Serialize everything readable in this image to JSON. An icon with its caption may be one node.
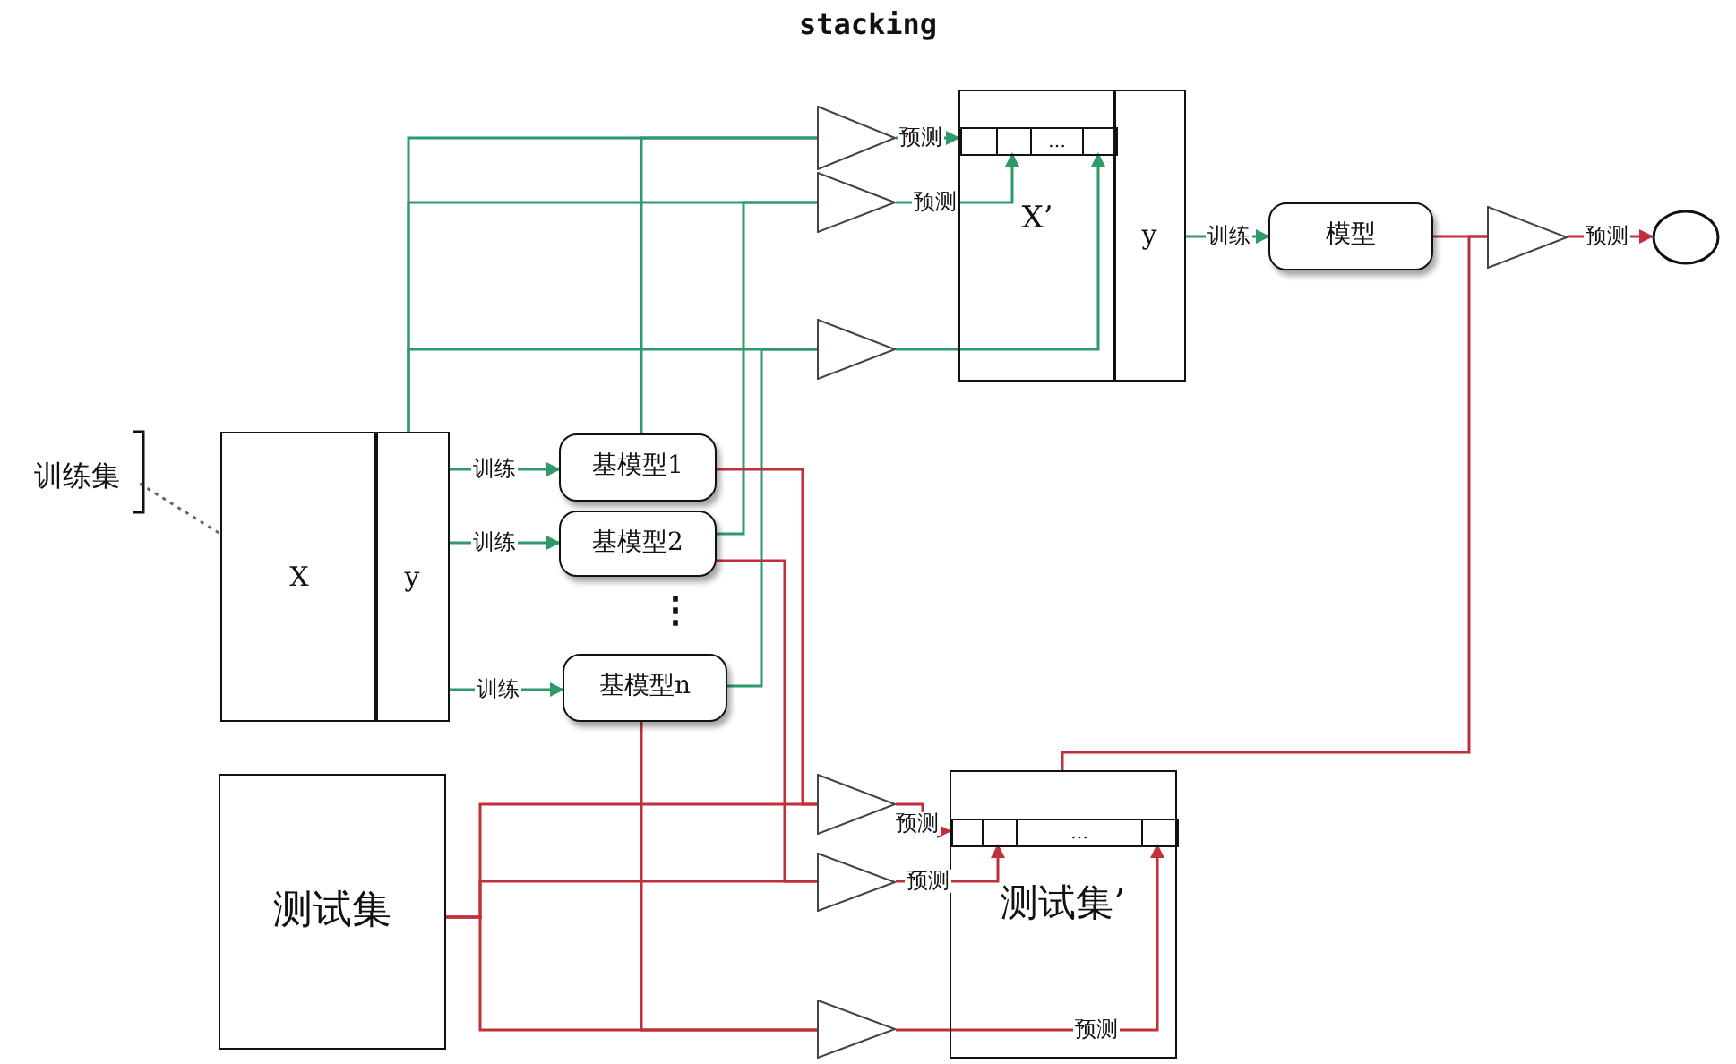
{
  "diagram": {
    "title": "stacking",
    "nodes": [
      {
        "text": [
          "训练集"
        ]
      },
      {
        "text": [
          "X"
        ]
      },
      {
        "text": [
          "y"
        ]
      },
      {
        "text": [
          "基模型1"
        ]
      },
      {
        "text": [
          "基模型2"
        ]
      },
      {
        "text": [
          "基模型n"
        ]
      },
      {
        "text": [
          "测试集"
        ]
      },
      {
        "text": [],
        "shape": "triangle"
      },
      {
        "text": [],
        "shape": "triangle"
      },
      {
        "text": [],
        "shape": "triangle"
      },
      {
        "text": [
          "X’"
        ]
      },
      {
        "text": [
          "y"
        ]
      },
      {
        "text": [],
        "shape": "box",
        "in": 10
      },
      {
        "text": [],
        "shape": "box",
        "in": 10
      },
      {
        "text": [
          "…"
        ],
        "in": 10
      },
      {
        "text": [],
        "shape": "box",
        "in": 10
      },
      {
        "text": [
          "模型"
        ]
      },
      {
        "text": [],
        "shape": "triangle"
      },
      {
        "text": [],
        "shape": "circle"
      },
      {
        "text": [],
        "shape": "triangle"
      },
      {
        "text": [],
        "shape": "triangle"
      },
      {
        "text": [],
        "shape": "triangle"
      },
      {
        "text": [
          "测试集’"
        ]
      },
      {
        "text": [],
        "shape": "box",
        "in": 22
      },
      {
        "text": [],
        "shape": "box",
        "in": 22
      },
      {
        "text": [
          "…"
        ],
        "in": 22
      },
      {
        "text": [],
        "shape": "box",
        "in": 22
      }
    ],
    "edges": [
      {
        "from": 0,
        "to": 1,
        "arrow": "none",
        "style": "dashed",
        "color": "#666666"
      },
      {
        "from": 2,
        "to": 3,
        "arrow": "to",
        "label": "训练"
      },
      {
        "from": 2,
        "to": 4,
        "arrow": "to",
        "label": "训练"
      },
      {
        "from": 2,
        "to": 5,
        "arrow": "to",
        "label": "训练"
      },
      {
        "from": 2,
        "to": 7,
        "arrow": "none"
      },
      {
        "from": 2,
        "to": 8,
        "arrow": "none"
      },
      {
        "from": 2,
        "to": 9,
        "arrow": "none"
      },
      {
        "from": 3,
        "to": 7,
        "arrow": "none"
      },
      {
        "from": 4,
        "to": 8,
        "arrow": "none"
      },
      {
        "from": 5,
        "to": 9,
        "arrow": "none"
      },
      {
        "from": 7,
        "to": 12,
        "arrow": "to",
        "label": "预测"
      },
      {
        "from": 8,
        "to": 13,
        "arrow": "to",
        "label": "预测"
      },
      {
        "from": 9,
        "to": 15,
        "arrow": "to"
      },
      {
        "from": 11,
        "to": 16,
        "arrow": "to",
        "label": "训练"
      },
      {
        "from": 16,
        "to": 17,
        "arrow": "none",
        "color": "#c0303a"
      },
      {
        "from": 17,
        "to": 18,
        "arrow": "to",
        "label": "预测",
        "color": "#c0303a"
      },
      {
        "from": 6,
        "to": 19,
        "arrow": "none",
        "color": "#c0303a"
      },
      {
        "from": 6,
        "to": 20,
        "arrow": "none",
        "color": "#c0303a"
      },
      {
        "from": 6,
        "to": 21,
        "arrow": "none",
        "color": "#c0303a"
      },
      {
        "from": 3,
        "to": 19,
        "arrow": "none",
        "color": "#c0303a"
      },
      {
        "from": 4,
        "to": 20,
        "arrow": "none",
        "color": "#c0303a"
      },
      {
        "from": 5,
        "to": 21,
        "arrow": "none",
        "color": "#c0303a"
      },
      {
        "from": 19,
        "to": 23,
        "arrow": "to",
        "label": "预测",
        "color": "#c0303a"
      },
      {
        "from": 20,
        "to": 24,
        "arrow": "to",
        "label": "预测",
        "color": "#c0303a"
      },
      {
        "from": 21,
        "to": 26,
        "arrow": "to",
        "label": "预测",
        "color": "#c0303a"
      },
      {
        "from": 22,
        "to": 17,
        "arrow": "none",
        "color": "#c0303a"
      }
    ],
    "labels": [
      "⋮"
    ]
  }
}
